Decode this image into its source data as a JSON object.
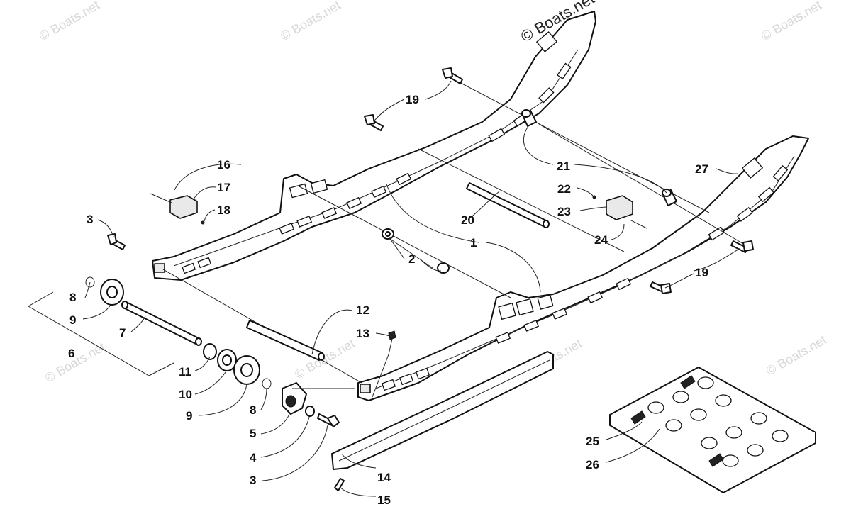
{
  "watermarks": {
    "text": "© Boats.net",
    "top_text": "© Boats.net"
  },
  "callouts": [
    {
      "id": "c1",
      "label": "1"
    },
    {
      "id": "c2",
      "label": "2"
    },
    {
      "id": "c3a",
      "label": "3"
    },
    {
      "id": "c3b",
      "label": "3"
    },
    {
      "id": "c4",
      "label": "4"
    },
    {
      "id": "c5",
      "label": "5"
    },
    {
      "id": "c6",
      "label": "6"
    },
    {
      "id": "c7",
      "label": "7"
    },
    {
      "id": "c8a",
      "label": "8"
    },
    {
      "id": "c8b",
      "label": "8"
    },
    {
      "id": "c9a",
      "label": "9"
    },
    {
      "id": "c9b",
      "label": "9"
    },
    {
      "id": "c10",
      "label": "10"
    },
    {
      "id": "c11",
      "label": "11"
    },
    {
      "id": "c12",
      "label": "12"
    },
    {
      "id": "c13",
      "label": "13"
    },
    {
      "id": "c14",
      "label": "14"
    },
    {
      "id": "c15",
      "label": "15"
    },
    {
      "id": "c16",
      "label": "16"
    },
    {
      "id": "c17",
      "label": "17"
    },
    {
      "id": "c18",
      "label": "18"
    },
    {
      "id": "c19a",
      "label": "19"
    },
    {
      "id": "c19b",
      "label": "19"
    },
    {
      "id": "c20",
      "label": "20"
    },
    {
      "id": "c21",
      "label": "21"
    },
    {
      "id": "c22",
      "label": "22"
    },
    {
      "id": "c23",
      "label": "23"
    },
    {
      "id": "c24",
      "label": "24"
    },
    {
      "id": "c25",
      "label": "25"
    },
    {
      "id": "c26",
      "label": "26"
    },
    {
      "id": "c27",
      "label": "27"
    }
  ]
}
